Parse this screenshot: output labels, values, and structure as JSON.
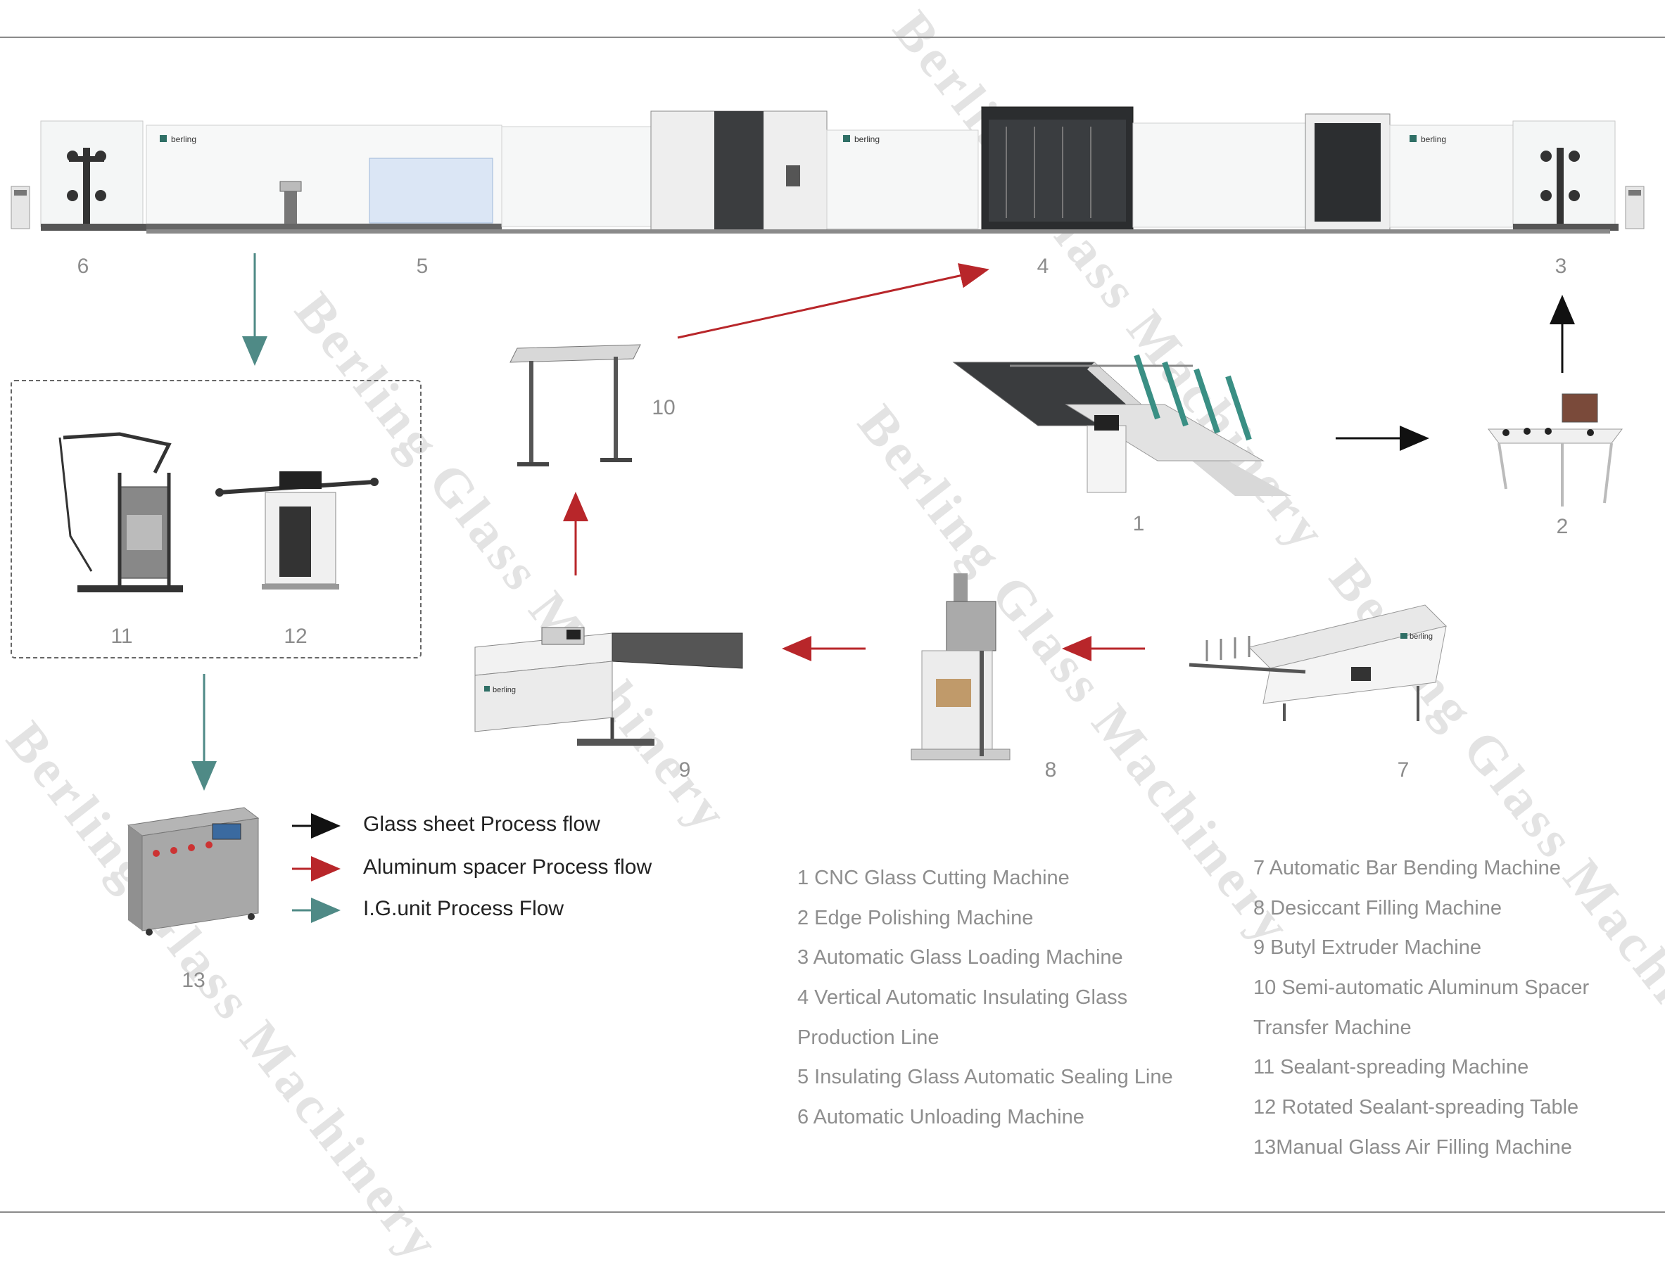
{
  "watermark": "Berling Glass Machinery",
  "brand": "berling",
  "numbers": {
    "n1": "1",
    "n2": "2",
    "n3": "3",
    "n4": "4",
    "n5": "5",
    "n6": "6",
    "n7": "7",
    "n8": "8",
    "n9": "9",
    "n10": "10",
    "n11": "11",
    "n12": "12",
    "n13": "13"
  },
  "legend": [
    {
      "label": "Glass sheet Process flow",
      "color": "#111111"
    },
    {
      "label": "Aluminum spacer Process flow",
      "color": "#b8262a"
    },
    {
      "label": "I.G.unit Process Flow",
      "color": "#4f8a86"
    }
  ],
  "machines_left": [
    "1 CNC Glass Cutting Machine",
    "2 Edge Polishing Machine",
    "3 Automatic Glass Loading Machine",
    "4 Vertical Automatic Insulating Glass",
    "Production Line",
    "5 Insulating Glass Automatic Sealing Line",
    "6 Automatic Unloading Machine"
  ],
  "machines_right": [
    "7 Automatic Bar Bending Machine",
    "8 Desiccant Filling Machine",
    "9 Butyl Extruder Machine",
    "10 Semi-automatic Aluminum Spacer",
    "Transfer Machine",
    "11 Sealant-spreading Machine",
    "12 Rotated Sealant-spreading Table",
    "13Manual Glass Air Filling Machine"
  ]
}
